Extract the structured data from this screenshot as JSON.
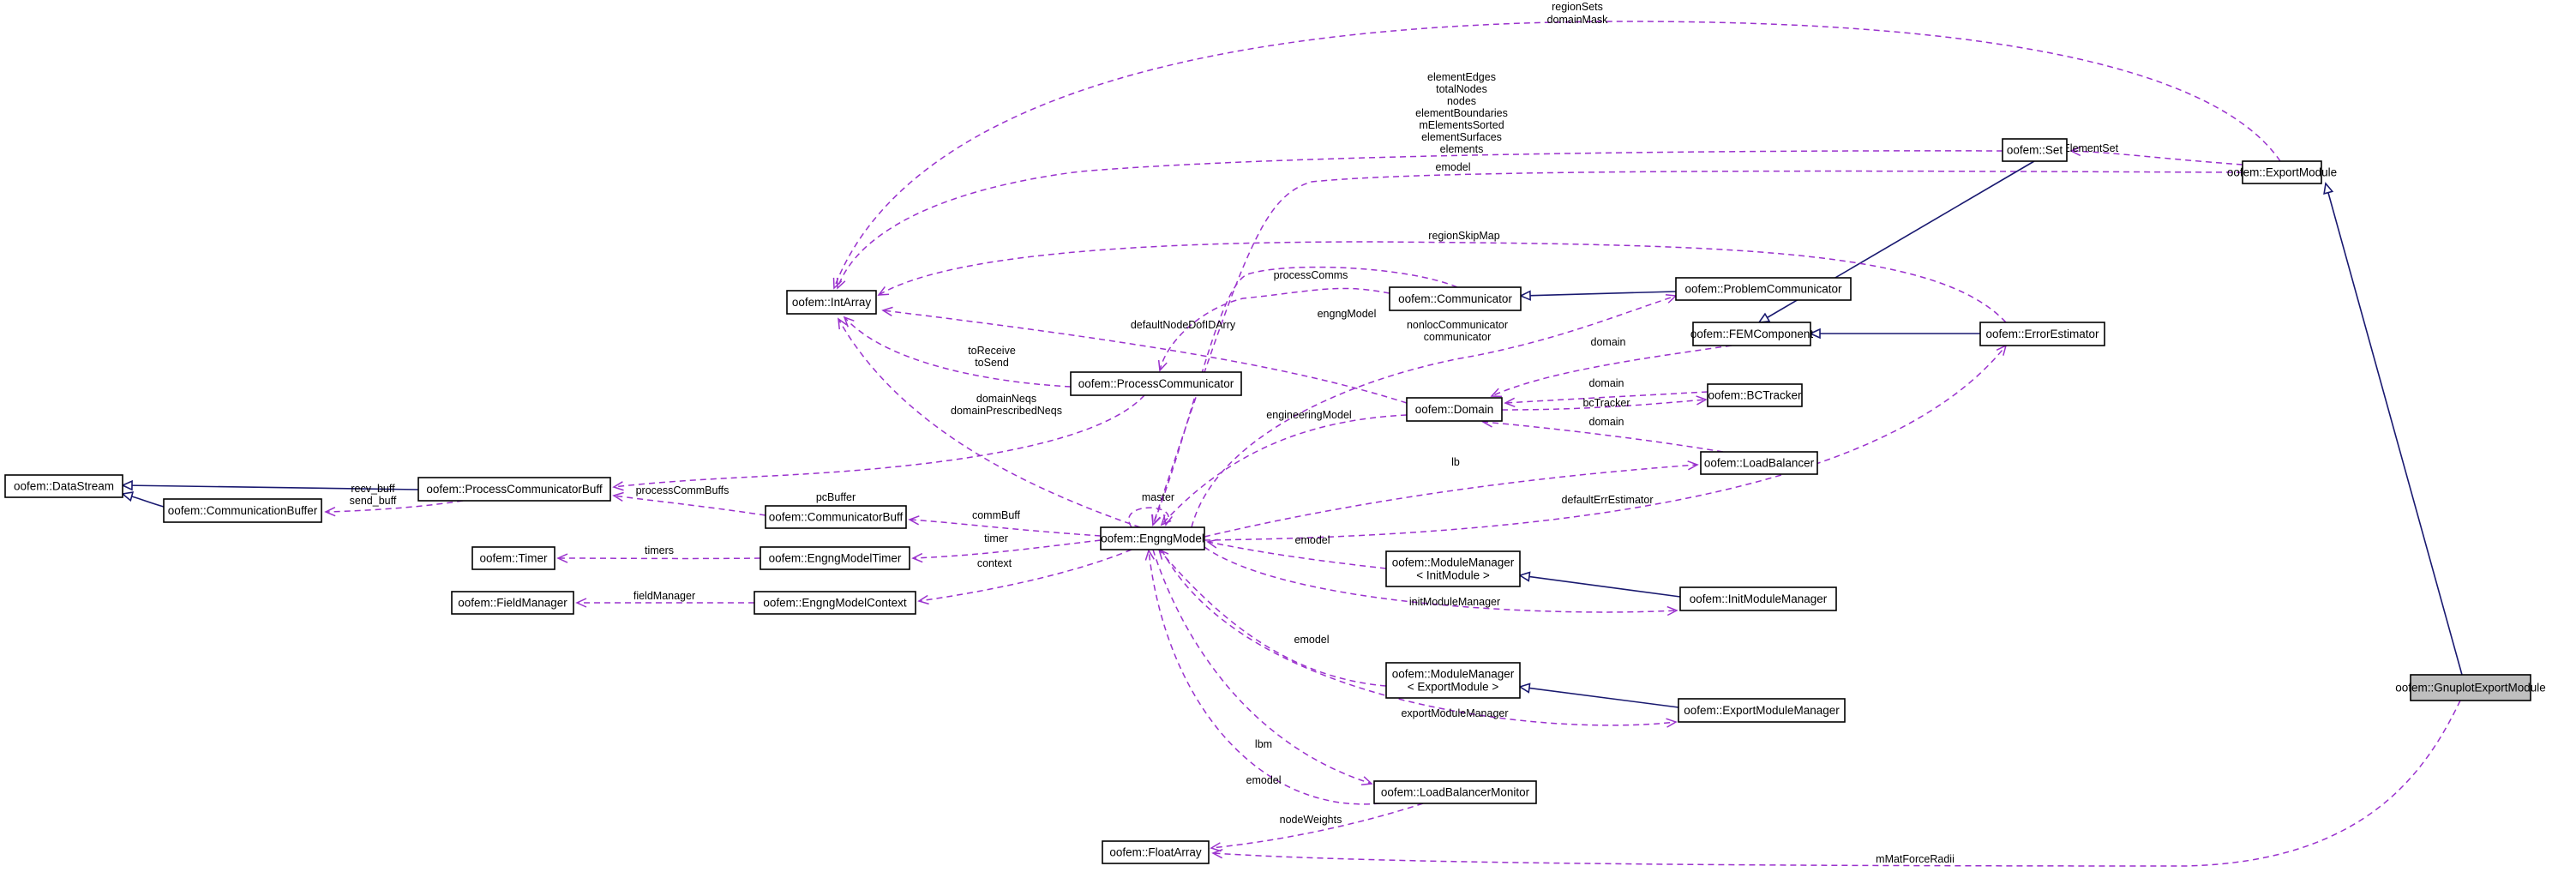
{
  "nodes": [
    {
      "id": "gnuplot",
      "lines": [
        "oofem::GnuplotExportModule"
      ],
      "highlight": true
    },
    {
      "id": "exportmodule",
      "lines": [
        "oofem::ExportModule"
      ]
    },
    {
      "id": "set",
      "lines": [
        "oofem::Set"
      ]
    },
    {
      "id": "intarray",
      "lines": [
        "oofem::IntArray"
      ]
    },
    {
      "id": "communicator",
      "lines": [
        "oofem::Communicator"
      ]
    },
    {
      "id": "problemcomm",
      "lines": [
        "oofem::ProblemCommunicator"
      ]
    },
    {
      "id": "femcomponent",
      "lines": [
        "oofem::FEMComponent"
      ]
    },
    {
      "id": "errorestimator",
      "lines": [
        "oofem::ErrorEstimator"
      ]
    },
    {
      "id": "processcomm",
      "lines": [
        "oofem::ProcessCommunicator"
      ]
    },
    {
      "id": "domain",
      "lines": [
        "oofem::Domain"
      ]
    },
    {
      "id": "bctracker",
      "lines": [
        "oofem::BCTracker"
      ]
    },
    {
      "id": "loadbalancer",
      "lines": [
        "oofem::LoadBalancer"
      ]
    },
    {
      "id": "datastream",
      "lines": [
        "oofem::DataStream"
      ]
    },
    {
      "id": "pcbuff",
      "lines": [
        "oofem::ProcessCommunicatorBuff"
      ]
    },
    {
      "id": "commbuffer",
      "lines": [
        "oofem::CommunicationBuffer"
      ]
    },
    {
      "id": "commbuff",
      "lines": [
        "oofem::CommunicatorBuff"
      ]
    },
    {
      "id": "engngmodel",
      "lines": [
        "oofem::EngngModel"
      ]
    },
    {
      "id": "timer",
      "lines": [
        "oofem::Timer"
      ]
    },
    {
      "id": "engngtimer",
      "lines": [
        "oofem::EngngModelTimer"
      ]
    },
    {
      "id": "fieldmanager",
      "lines": [
        "oofem::FieldManager"
      ]
    },
    {
      "id": "engngcontext",
      "lines": [
        "oofem::EngngModelContext"
      ]
    },
    {
      "id": "mminit",
      "lines": [
        "oofem::ModuleManager",
        "< InitModule >"
      ]
    },
    {
      "id": "initmm",
      "lines": [
        "oofem::InitModuleManager"
      ]
    },
    {
      "id": "mmexport",
      "lines": [
        "oofem::ModuleManager",
        "< ExportModule >"
      ]
    },
    {
      "id": "exportmm",
      "lines": [
        "oofem::ExportModuleManager"
      ]
    },
    {
      "id": "lbmonitor",
      "lines": [
        "oofem::LoadBalancerMonitor"
      ]
    },
    {
      "id": "floatarray",
      "lines": [
        "oofem::FloatArray"
      ]
    }
  ],
  "edges": [
    {
      "id": "e1",
      "type": "inherit",
      "from": "exportmodule",
      "to": "gnuplot"
    },
    {
      "id": "e2",
      "type": "use",
      "target": "floatarray",
      "lines": [
        "mMatForceRadii"
      ]
    },
    {
      "id": "e3",
      "type": "use",
      "target": "intarray",
      "lines": [
        "regionSets",
        "domainMask"
      ]
    },
    {
      "id": "e4",
      "type": "use",
      "target": "set",
      "lines": [
        "defaultElementSet"
      ]
    },
    {
      "id": "e5",
      "type": "use",
      "target": "engngmodel",
      "lines": [
        "emodel"
      ]
    },
    {
      "id": "e6",
      "type": "use",
      "target": "intarray",
      "lines": [
        "elementEdges",
        "totalNodes",
        "nodes",
        "elementBoundaries",
        "mElementsSorted",
        "elementSurfaces",
        "elements"
      ]
    },
    {
      "id": "e7",
      "type": "inherit",
      "from": "femcomponent",
      "to": "set"
    },
    {
      "id": "e8",
      "type": "use",
      "target": "intarray",
      "lines": [
        "regionSkipMap"
      ]
    },
    {
      "id": "e9",
      "type": "inherit",
      "from": "femcomponent",
      "to": "errorestimator"
    },
    {
      "id": "e10",
      "type": "inherit",
      "from": "communicator",
      "to": "problemcomm"
    },
    {
      "id": "e11",
      "type": "use",
      "target": "processcomm",
      "lines": [
        "processComms"
      ]
    },
    {
      "id": "e12",
      "type": "use",
      "target": "engngmodel",
      "lines": [
        "engngModel"
      ]
    },
    {
      "id": "e13",
      "type": "use",
      "target": "intarray",
      "lines": [
        "defaultNodeDofIDArry"
      ]
    },
    {
      "id": "e14",
      "type": "use",
      "target": "problemcomm",
      "lines": [
        "nonlocCommunicator",
        "communicator"
      ]
    },
    {
      "id": "e15",
      "type": "use",
      "target": "domain",
      "lines": [
        "domain"
      ]
    },
    {
      "id": "e16",
      "type": "use",
      "target": "intarray",
      "lines": [
        "toReceive",
        "toSend"
      ]
    },
    {
      "id": "e17",
      "type": "use",
      "target": "pcbuff",
      "lines": [
        "pcBuffer"
      ]
    },
    {
      "id": "e18",
      "type": "use",
      "target": "domain",
      "lines": [
        "domain"
      ]
    },
    {
      "id": "e19",
      "type": "use",
      "target": "bctracker",
      "lines": [
        "bcTracker"
      ]
    },
    {
      "id": "e20",
      "type": "use",
      "target": "domain",
      "lines": [
        "domain"
      ]
    },
    {
      "id": "e21",
      "type": "use",
      "target": "engngmodel",
      "lines": [
        "engineeringModel"
      ]
    },
    {
      "id": "e22",
      "type": "use",
      "target": "intarray",
      "lines": [
        "domainNeqs",
        "domainPrescribedNeqs"
      ]
    },
    {
      "id": "e23",
      "type": "use",
      "target": "loadbalancer",
      "lines": [
        "lb"
      ]
    },
    {
      "id": "e24",
      "type": "inherit",
      "from": "datastream",
      "to": "pcbuff"
    },
    {
      "id": "e25",
      "type": "inherit",
      "from": "datastream",
      "to": "commbuffer"
    },
    {
      "id": "e26",
      "type": "use",
      "target": "commbuffer",
      "lines": [
        "recv_buff",
        "send_buff"
      ]
    },
    {
      "id": "e27",
      "type": "use",
      "target": "pcbuff",
      "lines": [
        "processCommBuffs"
      ]
    },
    {
      "id": "e28",
      "type": "use",
      "target": "commbuff",
      "lines": [
        "commBuff"
      ]
    },
    {
      "id": "e29",
      "type": "use",
      "target": "engngmodel",
      "lines": [
        "master"
      ]
    },
    {
      "id": "e30",
      "type": "use",
      "target": "errorestimator",
      "lines": [
        "defaultErrEstimator"
      ]
    },
    {
      "id": "e31",
      "type": "use",
      "target": "engngtimer",
      "lines": [
        "timer"
      ]
    },
    {
      "id": "e32",
      "type": "use",
      "target": "timer",
      "lines": [
        "timers"
      ]
    },
    {
      "id": "e33",
      "type": "use",
      "target": "engngcontext",
      "lines": [
        "context"
      ]
    },
    {
      "id": "e34",
      "type": "use",
      "target": "fieldmanager",
      "lines": [
        "fieldManager"
      ]
    },
    {
      "id": "e35",
      "type": "use",
      "target": "engngmodel",
      "lines": [
        "emodel"
      ]
    },
    {
      "id": "e36",
      "type": "inherit",
      "from": "mminit",
      "to": "initmm"
    },
    {
      "id": "e37",
      "type": "use",
      "target": "initmm",
      "lines": [
        "initModuleManager"
      ]
    },
    {
      "id": "e38",
      "type": "use",
      "target": "engngmodel",
      "lines": [
        "emodel"
      ]
    },
    {
      "id": "e39",
      "type": "inherit",
      "from": "mmexport",
      "to": "exportmm"
    },
    {
      "id": "e40",
      "type": "use",
      "target": "exportmm",
      "lines": [
        "exportModuleManager"
      ]
    },
    {
      "id": "e41",
      "type": "use",
      "target": "lbmonitor",
      "lines": [
        "lbm"
      ]
    },
    {
      "id": "e42",
      "type": "use",
      "target": "engngmodel",
      "lines": [
        "emodel"
      ]
    },
    {
      "id": "e43",
      "type": "use",
      "target": "floatarray",
      "lines": [
        "nodeWeights"
      ]
    }
  ],
  "colors": {
    "use_edge": "#9a32cd",
    "inherit_edge": "#191970",
    "highlight_fill": "#bfbfbf",
    "node_stroke": "#000000"
  }
}
